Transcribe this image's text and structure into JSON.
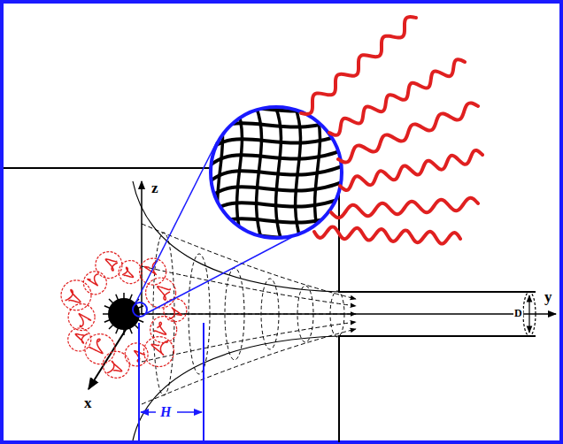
{
  "diagram": {
    "labels": [
      "z",
      "x",
      "y",
      "D",
      "H"
    ]
  }
}
